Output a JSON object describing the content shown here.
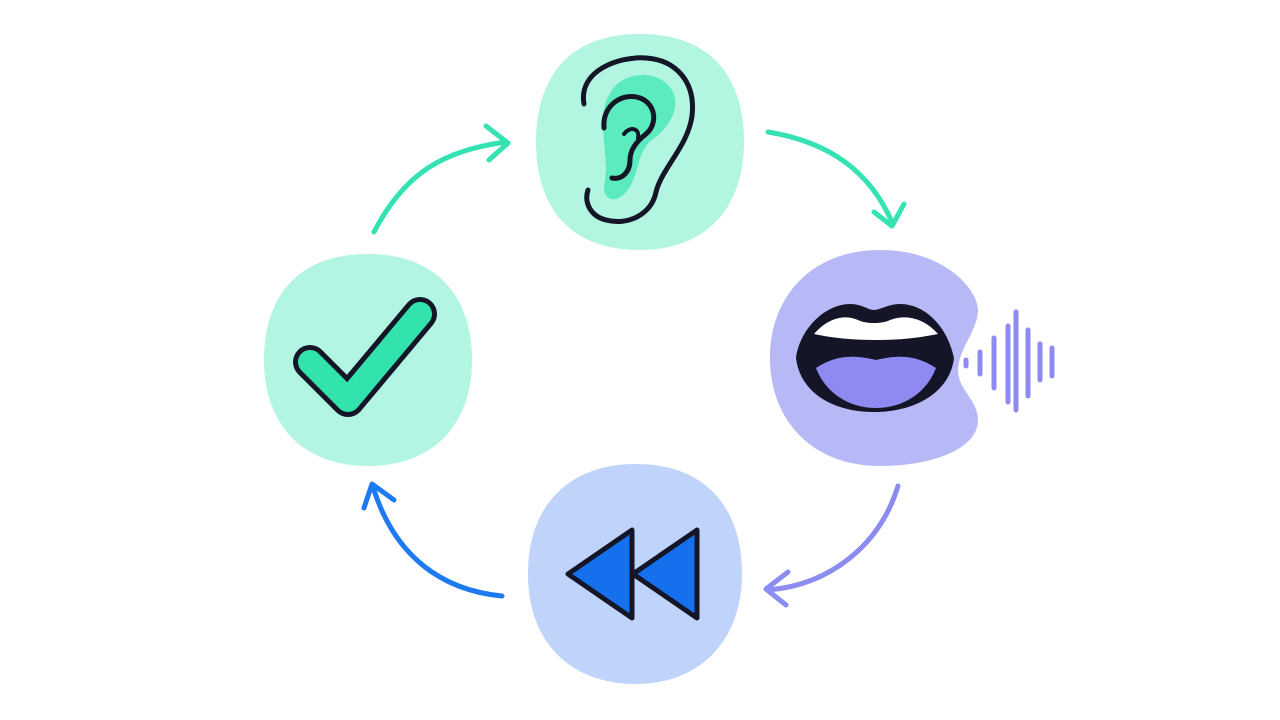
{
  "diagram": {
    "type": "cycle",
    "steps": [
      {
        "id": "listen",
        "icon": "ear-icon",
        "bg": "#b2f5e0",
        "accent": "#5cebbf"
      },
      {
        "id": "speak",
        "icon": "speaking-mouth-icon",
        "bg": "#b7b9f6",
        "accent": "#8e8af2"
      },
      {
        "id": "rewind",
        "icon": "rewind-icon",
        "bg": "#bfd3fb",
        "accent": "#1570ee"
      },
      {
        "id": "confirm",
        "icon": "checkmark-icon",
        "bg": "#b3f5e3",
        "accent": "#32e3ae"
      }
    ],
    "arrows": [
      {
        "from": "confirm",
        "to": "listen",
        "color": "#35e2b4"
      },
      {
        "from": "listen",
        "to": "speak",
        "color": "#35e2b4"
      },
      {
        "from": "speak",
        "to": "rewind",
        "color": "#8b8bf0"
      },
      {
        "from": "rewind",
        "to": "confirm",
        "color": "#1e7af0"
      }
    ],
    "outline_color": "#151528"
  }
}
